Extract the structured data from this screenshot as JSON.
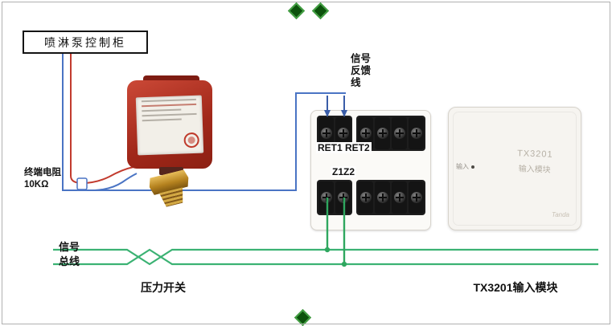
{
  "labels": {
    "cabinet": "喷淋泵控制柜",
    "terminal_resistor": "终端电阻\n10KΩ",
    "signal_feedback": "信号反馈线",
    "ret": "RET1 RET2",
    "z": "Z1Z2",
    "signal_bus": "信号总线",
    "pressure_switch_caption": "压力开关",
    "module_caption": "TX3201输入模块"
  },
  "module": {
    "model": "TX3201",
    "name": "输入模块",
    "port": "输入",
    "brand": "Tanda"
  },
  "colors": {
    "wire_blue": "#4a74c4",
    "wire_red": "#c23b2e",
    "wire_green": "#3bb273",
    "switch_body_red": "#a02719",
    "diamond_green": "#0c520c"
  }
}
